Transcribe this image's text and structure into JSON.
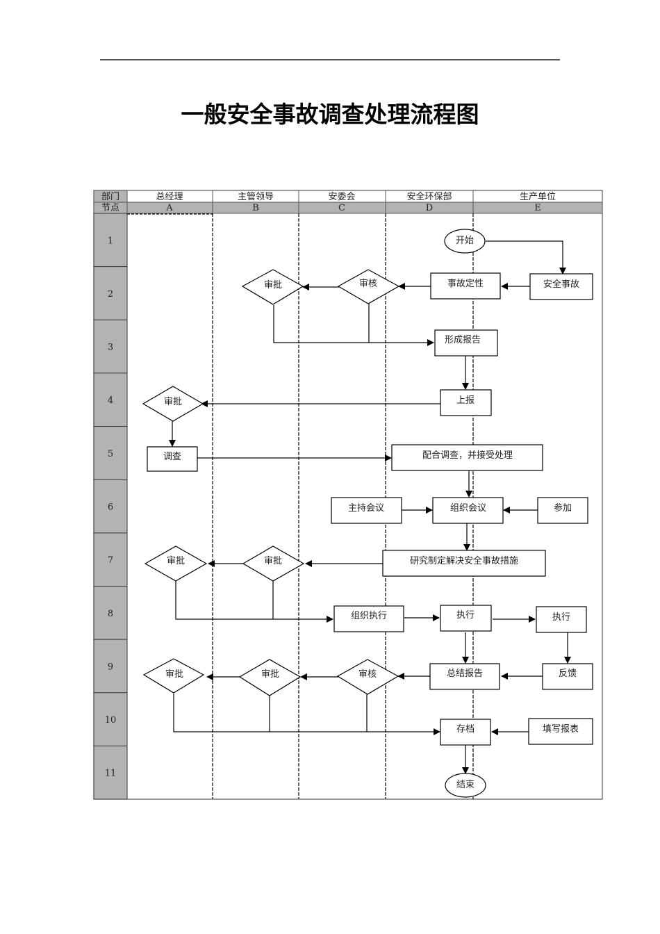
{
  "document": {
    "title": "一般安全事故调查处理流程图"
  },
  "table": {
    "header_label_dept": "部门",
    "header_label_node": "节点",
    "columns": [
      {
        "dept": "总经理",
        "node": "A"
      },
      {
        "dept": "主管领导",
        "node": "B"
      },
      {
        "dept": "安委会",
        "node": "C"
      },
      {
        "dept": "安全环保部",
        "node": "D"
      },
      {
        "dept": "生产单位",
        "node": "E"
      }
    ],
    "rows": [
      "1",
      "2",
      "3",
      "4",
      "5",
      "6",
      "7",
      "8",
      "9",
      "10",
      "11"
    ]
  },
  "flow": {
    "start": "开始",
    "end": "结束",
    "nodes": {
      "accident": "安全事故",
      "classify": "事故定性",
      "review_c_2": "审核",
      "approve_b_2": "审批",
      "form_report": "形成报告",
      "report_up": "上报",
      "approve_a_4": "审批",
      "investigate": "调查",
      "cooperate": "配合调查，并接受处理",
      "host_meeting": "主持会议",
      "organize_meeting": "组织会议",
      "attend": "参加",
      "measures": "研究制定解决安全事故措施",
      "approve_b_7": "审批",
      "approve_a_7": "审批",
      "organize_exec": "组织执行",
      "execute_d": "执行",
      "execute_e": "执行",
      "summary": "总结报告",
      "feedback": "反馈",
      "review_c_9": "审核",
      "approve_b_9": "审批",
      "approve_a_9": "审批",
      "archive": "存档",
      "fill_form": "填写报表"
    }
  }
}
